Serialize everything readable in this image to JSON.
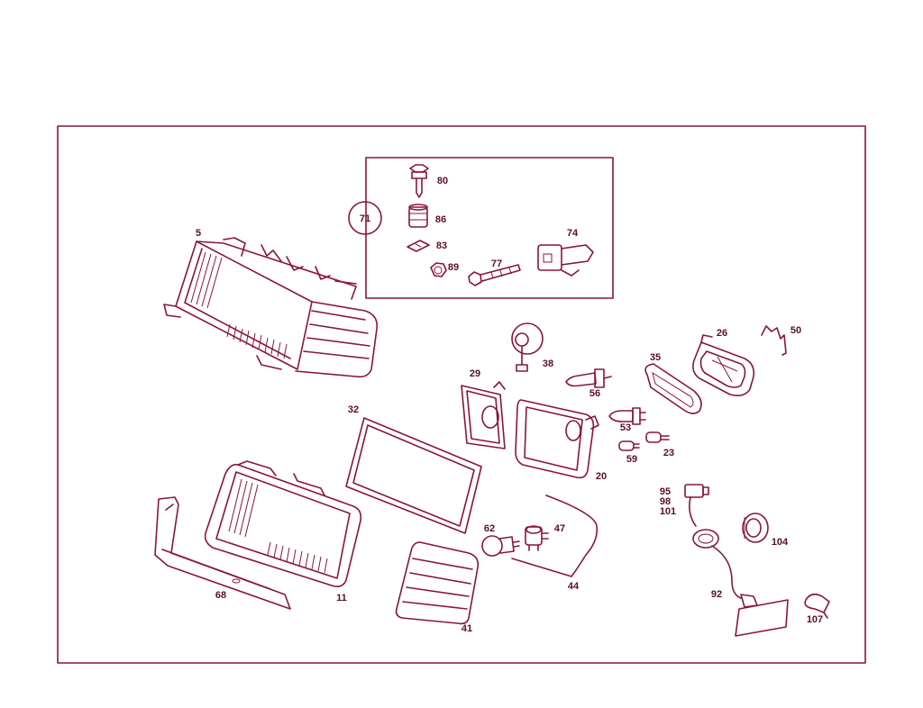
{
  "colors": {
    "line": "#8a1538",
    "text": "#5a0f27",
    "background": "#ffffff"
  },
  "callouts": {
    "c5": "5",
    "c71": "71",
    "c80": "80",
    "c86": "86",
    "c83": "83",
    "c74": "74",
    "c89": "89",
    "c77": "77",
    "c38": "38",
    "c29": "29",
    "c56": "56",
    "c35": "35",
    "c26": "26",
    "c50": "50",
    "c32": "32",
    "c53": "53",
    "c23": "23",
    "c59": "59",
    "c20": "20",
    "c95": "95",
    "c98": "98",
    "c101": "101",
    "c62": "62",
    "c47": "47",
    "c104": "104",
    "c68": "68",
    "c11": "11",
    "c44": "44",
    "c92": "92",
    "c41": "41",
    "c107": "107"
  }
}
